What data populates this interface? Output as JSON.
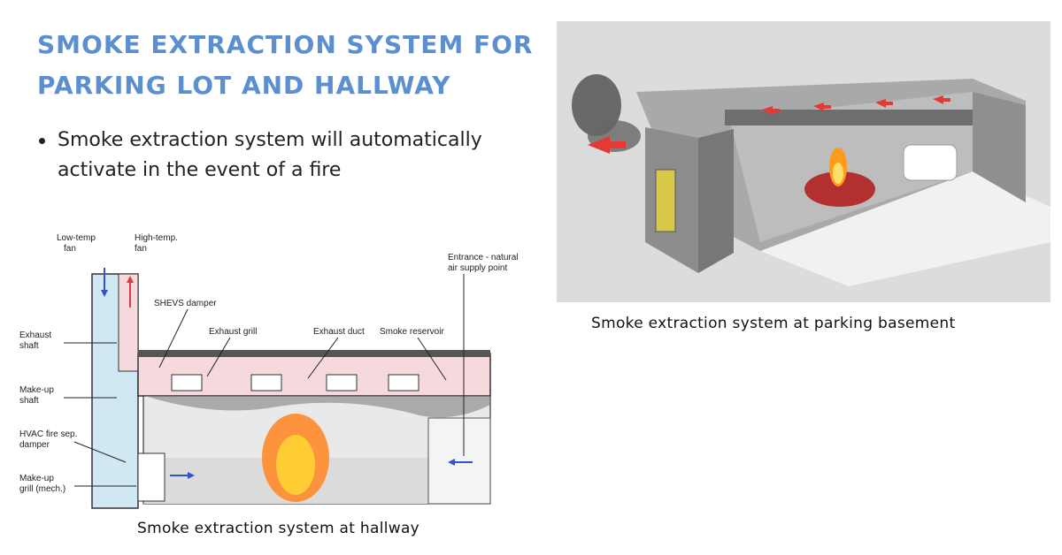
{
  "title": "SMOKE EXTRACTION SYSTEM FOR PARKING LOT AND HALLWAY",
  "bullets": [
    "Smoke extraction system will automatically activate in the event of a fire"
  ],
  "captions": {
    "hallway": "Smoke extraction system at hallway",
    "parking": "Smoke extraction system at parking basement"
  },
  "hallway_diagram": {
    "labels": {
      "low_temp_fan_1": "Low-temp",
      "low_temp_fan_2": "fan",
      "high_temp_fan_1": "High-temp.",
      "high_temp_fan_2": "fan",
      "shevs_damper": "SHEVS damper",
      "exhaust_grill": "Exhaust grill",
      "exhaust_duct": "Exhaust duct",
      "smoke_reservoir": "Smoke reservoir",
      "entrance_1": "Entrance - natural",
      "entrance_2": "air supply point",
      "exhaust_shaft_1": "Exhaust",
      "exhaust_shaft_2": "shaft",
      "makeup_shaft_1": "Make-up",
      "makeup_shaft_2": "shaft",
      "hvac_1": "HVAC fire sep.",
      "hvac_2": "damper",
      "makeup_grill_1": "Make-up",
      "makeup_grill_2": "grill (mech.)"
    }
  },
  "colors": {
    "title": "#5b8fcf",
    "arrow_red": "#e53935",
    "shaft_blue": "#cfe8f3",
    "duct_pink": "#f6d9dc"
  }
}
